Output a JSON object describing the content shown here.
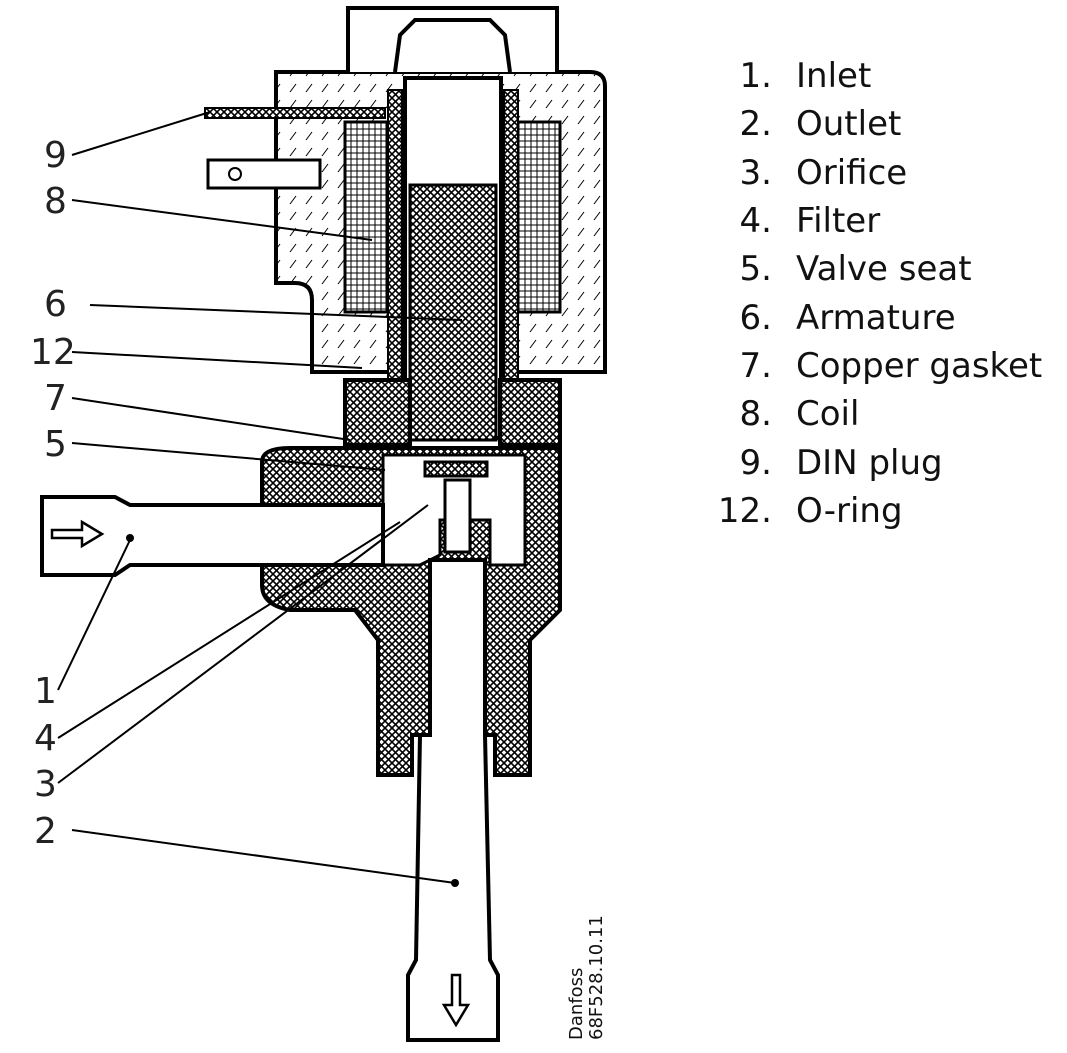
{
  "callouts": [
    "9",
    "8",
    "6",
    "12",
    "7",
    "5",
    "1",
    "4",
    "3",
    "2"
  ],
  "legend": [
    {
      "num": "1.",
      "label": "Inlet"
    },
    {
      "num": "2.",
      "label": "Outlet"
    },
    {
      "num": "3.",
      "label": "Orifice"
    },
    {
      "num": "4.",
      "label": "Filter"
    },
    {
      "num": "5.",
      "label": "Valve seat"
    },
    {
      "num": "6.",
      "label": "Armature"
    },
    {
      "num": "7.",
      "label": "Copper gasket"
    },
    {
      "num": "8.",
      "label": "Coil"
    },
    {
      "num": "9.",
      "label": "DIN plug"
    },
    {
      "num": "12.",
      "label": "O-ring"
    }
  ],
  "credit": {
    "brand": "Danfoss",
    "code": "68F528.10.11"
  }
}
